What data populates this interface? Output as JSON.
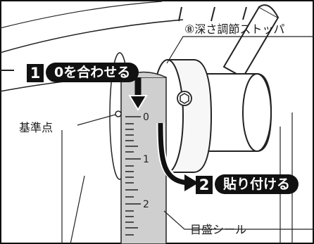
{
  "labels": {
    "depth_stopper": "⑧深さ調節ストッパ",
    "reference_point": "基準点",
    "scale_seal": "目盛シール"
  },
  "steps": [
    {
      "number": "1",
      "text": "0を合わせる"
    },
    {
      "number": "2",
      "text": "貼り付ける"
    }
  ],
  "scale_ticks": [
    "0",
    "1",
    "2"
  ]
}
